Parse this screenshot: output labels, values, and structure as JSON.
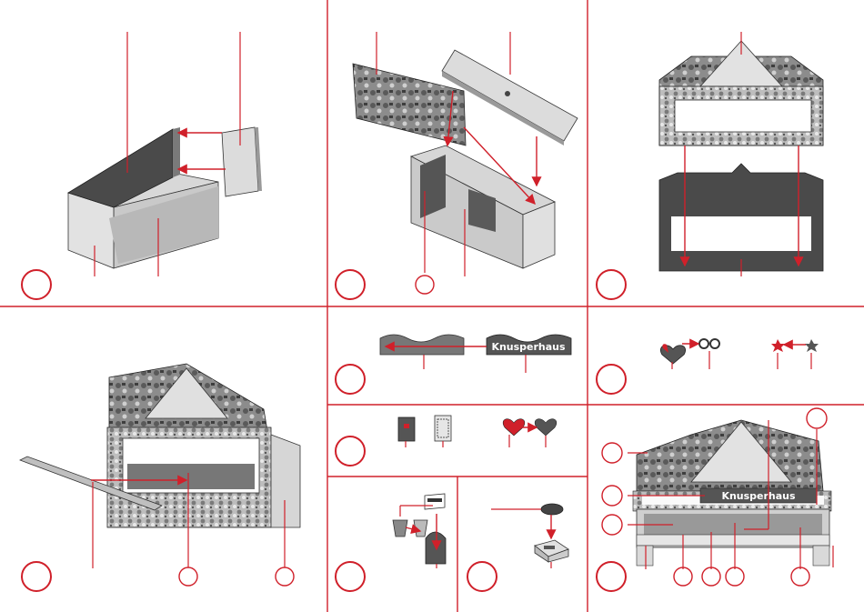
{
  "sign_text": "Knusperhaus",
  "colors": {
    "accent": "#d0202a",
    "panel_dark": "#555555",
    "panel_mid": "#9a9a9a",
    "panel_light": "#d4d4d4"
  },
  "steps": [
    {
      "id": "step-1"
    },
    {
      "id": "step-2"
    },
    {
      "id": "step-3"
    },
    {
      "id": "step-4"
    },
    {
      "id": "step-5"
    },
    {
      "id": "step-6"
    },
    {
      "id": "step-7"
    },
    {
      "id": "step-8"
    },
    {
      "id": "step-9"
    },
    {
      "id": "step-10"
    },
    {
      "id": "step-11"
    }
  ]
}
